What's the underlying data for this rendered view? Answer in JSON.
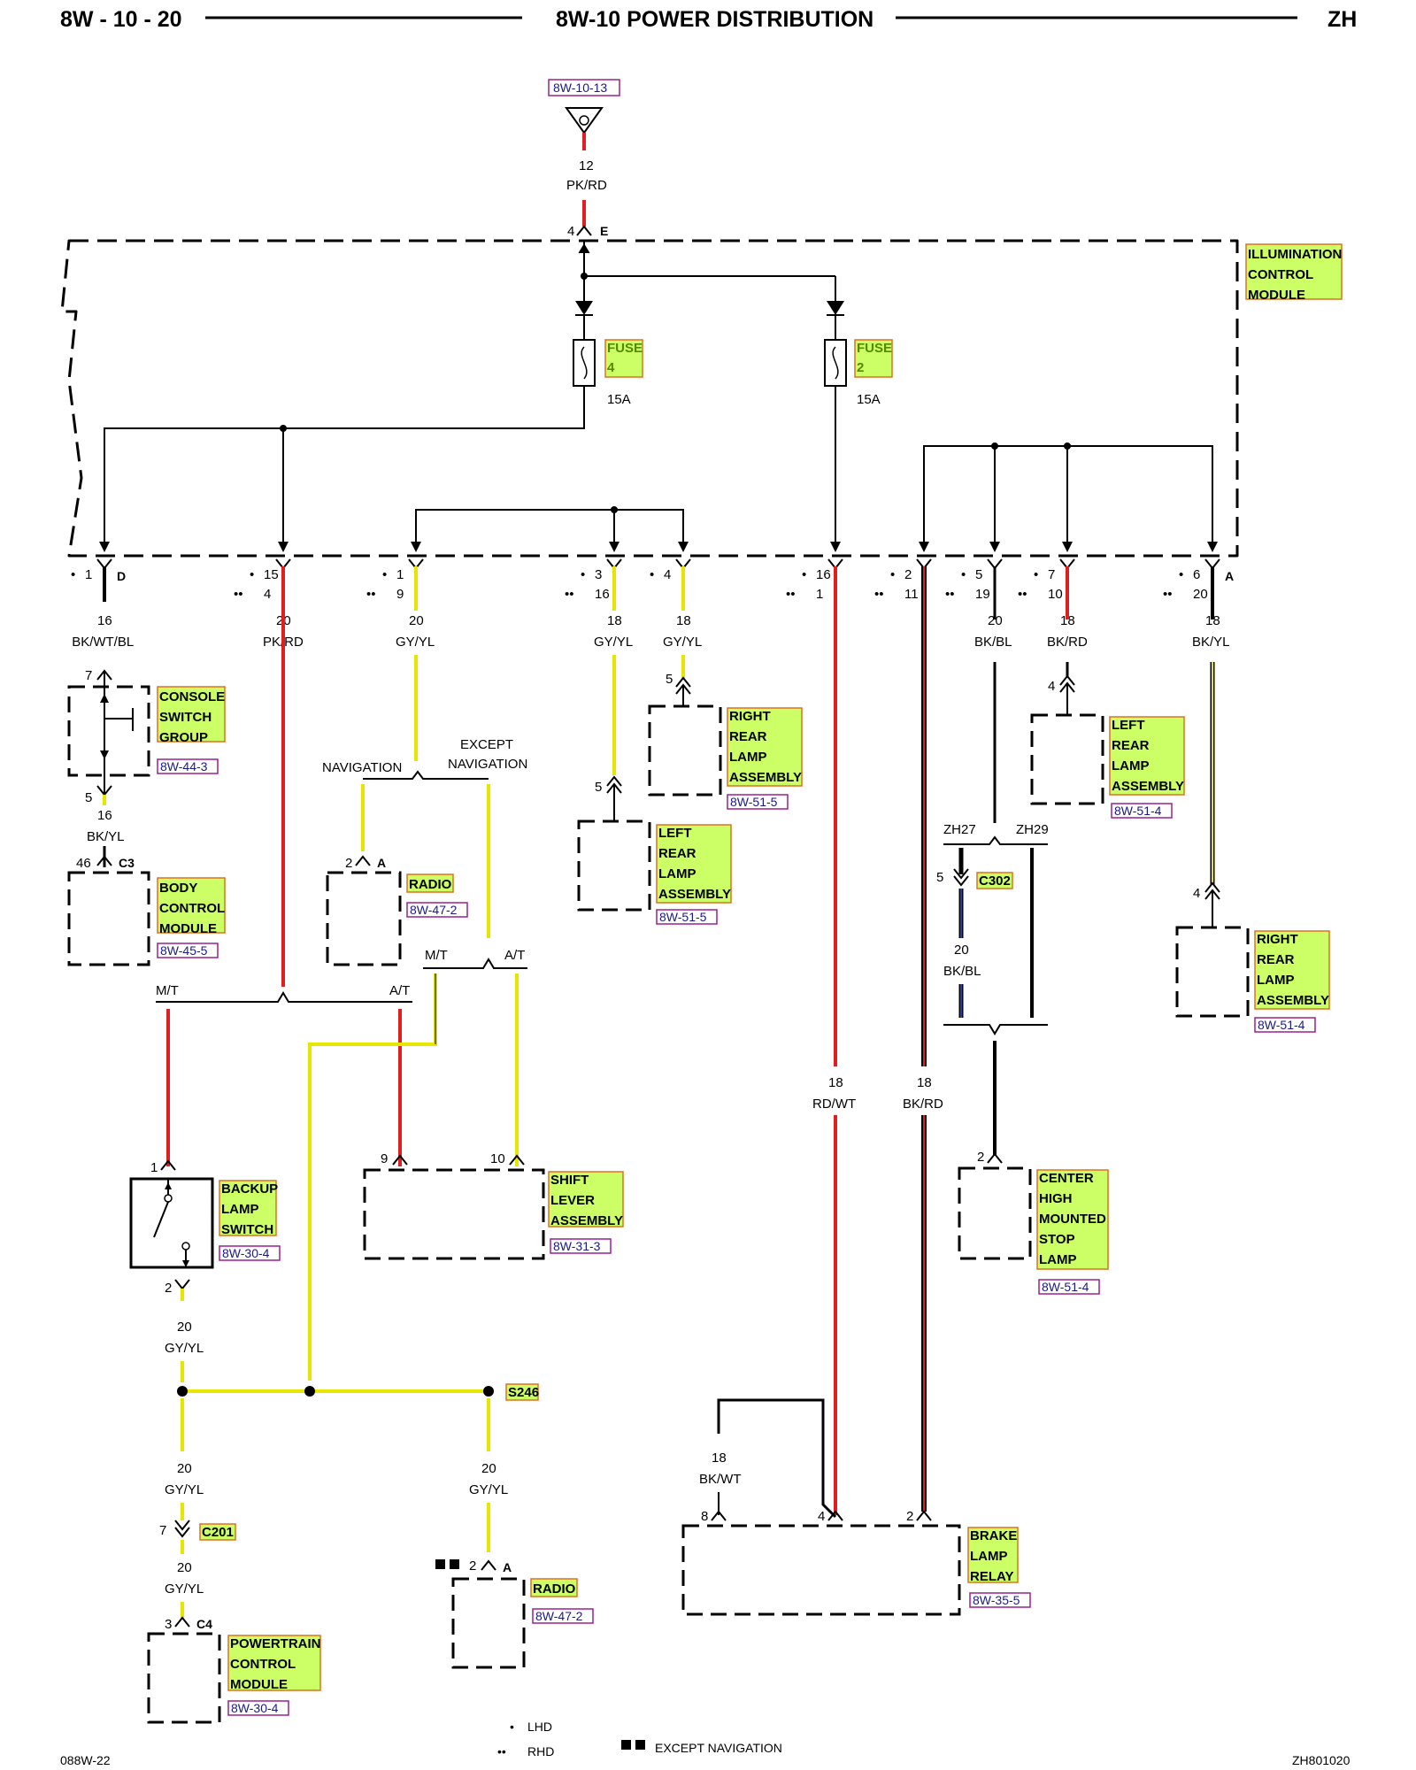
{
  "header": {
    "page": "8W - 10 - 20",
    "title": "8W-10 POWER DISTRIBUTION",
    "model": "ZH"
  },
  "footer": {
    "left_code": "088W-22",
    "right_code": "ZH801020",
    "legend": [
      {
        "symbol": "•",
        "text": "LHD"
      },
      {
        "symbol": "••",
        "text": "RHD"
      },
      {
        "symbol": "◩◩",
        "text": "EXCEPT NAVIGATION"
      }
    ]
  },
  "colors": {
    "pk_rd": "#e02020",
    "gy_yl": "#e6e600",
    "black": "#000000",
    "label_fill": "#ccff66",
    "label_border": "#e07020",
    "ref_border": "#9a2090"
  },
  "source": {
    "ref": "8W-10-13",
    "pin": "12",
    "wire": "PK/RD",
    "connector_pin": "4",
    "connector": "E"
  },
  "modules": {
    "illumination": "ILLUMINATION\nCONTROL\nMODULE",
    "fuse4": {
      "name": "FUSE\n4",
      "rating": "15A"
    },
    "fuse2": {
      "name": "FUSE\n2",
      "rating": "15A"
    }
  },
  "outputs": [
    {
      "id": "o1",
      "lhd": "1",
      "rhd": "",
      "conn": "D",
      "gauge": "16",
      "color": "BK/WT/BL"
    },
    {
      "id": "o2",
      "lhd": "15",
      "rhd": "4",
      "conn": "",
      "gauge": "20",
      "color": "PK/RD"
    },
    {
      "id": "o3",
      "lhd": "1",
      "rhd": "9",
      "conn": "",
      "gauge": "20",
      "color": "GY/YL"
    },
    {
      "id": "o4",
      "lhd": "3",
      "rhd": "16",
      "conn": "",
      "gauge": "18",
      "color": "GY/YL"
    },
    {
      "id": "o5",
      "lhd": "4",
      "rhd": "",
      "conn": "",
      "gauge": "18",
      "color": "GY/YL"
    },
    {
      "id": "o6",
      "lhd": "16",
      "rhd": "1",
      "conn": "",
      "gauge": "18",
      "color": "RD/WT"
    },
    {
      "id": "o7",
      "lhd": "2",
      "rhd": "11",
      "conn": "",
      "gauge": "18",
      "color": "BK/RD"
    },
    {
      "id": "o8",
      "lhd": "5",
      "rhd": "19",
      "conn": "",
      "gauge": "20",
      "color": "BK/BL"
    },
    {
      "id": "o9",
      "lhd": "7",
      "rhd": "10",
      "conn": "",
      "gauge": "18",
      "color": "BK/RD"
    },
    {
      "id": "o10",
      "lhd": "6",
      "rhd": "20",
      "conn": "A",
      "gauge": "18",
      "color": "BK/YL"
    }
  ],
  "components": {
    "console": {
      "label": "CONSOLE\nSWITCH\nGROUP",
      "ref": "8W-44-3",
      "pin_in": "7",
      "pin_out": "5",
      "out_gauge": "16",
      "out_color": "BK/YL"
    },
    "bcm": {
      "label": "BODY\nCONTROL\nMODULE",
      "ref": "8W-45-5",
      "pin": "46",
      "conn": "C3"
    },
    "radio1": {
      "label": "RADIO",
      "ref": "8W-47-2",
      "pin": "2",
      "conn": "A"
    },
    "nav": {
      "nav": "NAVIGATION",
      "except": "EXCEPT\nNAVIGATION"
    },
    "rrl_top": {
      "label": "RIGHT\nREAR\nLAMP\nASSEMBLY",
      "ref": "8W-51-5",
      "pin": "5"
    },
    "lrl_mid": {
      "label": "LEFT\nREAR\nLAMP\nASSEMBLY",
      "ref": "8W-51-5",
      "pin": "5"
    },
    "lrl_right": {
      "label": "LEFT\nREAR\nLAMP\nASSEMBLY",
      "ref": "8W-51-4",
      "pin": "4"
    },
    "rrl_right": {
      "label": "RIGHT\nREAR\nLAMP\nASSEMBLY",
      "ref": "8W-51-4",
      "pin": "4"
    },
    "zh": {
      "zh27": "ZH27",
      "zh29": "ZH29",
      "pin": "5",
      "conn": "C302",
      "gauge": "20",
      "color": "BK/BL"
    },
    "chmsl": {
      "label": "CENTER\nHIGH\nMOUNTED\nSTOP\nLAMP",
      "ref": "8W-51-4",
      "pin": "2"
    },
    "mtat": {
      "mt": "M/T",
      "at": "A/T"
    },
    "backup": {
      "label": "BACKUP\nLAMP\nSWITCH",
      "ref": "8W-30-4",
      "pin_in": "1",
      "pin_out": "2",
      "gauge": "20",
      "color": "GY/YL"
    },
    "shift": {
      "label": "SHIFT\nLEVER\nASSEMBLY",
      "ref": "8W-31-3",
      "pin_a": "9",
      "pin_b": "10"
    },
    "splice": {
      "label": "S246",
      "gauge": "20",
      "color": "GY/YL"
    },
    "c201": {
      "pin": "7",
      "conn": "C201",
      "gauge_above": "20",
      "color_above": "GY/YL",
      "gauge_below": "20",
      "color_below": "GY/YL"
    },
    "pcm": {
      "label": "POWERTRAIN\nCONTROL\nMODULE",
      "ref": "8W-30-4",
      "pin": "3",
      "conn": "C4"
    },
    "radio2": {
      "label": "RADIO",
      "ref": "8W-47-2",
      "pin": "2",
      "conn": "A"
    },
    "brake": {
      "label": "BRAKE\nLAMP\nRELAY",
      "ref": "8W-35-5",
      "pin_bkwt": "8",
      "pin_rdwt": "4",
      "pin_bkrd": "2",
      "bkwt_gauge": "18",
      "bkwt_color": "BK/WT"
    }
  }
}
